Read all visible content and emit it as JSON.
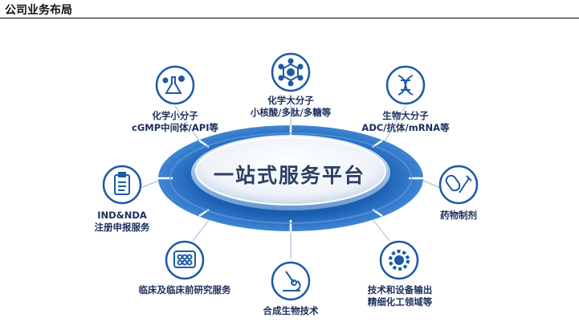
{
  "header": {
    "title": "公司业务布局"
  },
  "center": {
    "label": "一站式服务平台"
  },
  "nodes": [
    {
      "id": "small-molecule",
      "line1": "化学小分子",
      "line2": "cGMP中间体/API等",
      "icon": "flask-molecule-icon"
    },
    {
      "id": "large-molecule-chem",
      "line1": "化学大分子",
      "line2": "小核酸/多肽/多糖等",
      "icon": "molecule-network-icon"
    },
    {
      "id": "biologic",
      "line1": "生物大分子",
      "line2": "ADC/抗体/mRNA等",
      "icon": "dna-icon"
    },
    {
      "id": "ind-nda",
      "line1": "IND&NDA",
      "line2": "注册申报服务",
      "icon": "clipboard-icon"
    },
    {
      "id": "pharma",
      "line1": "药物制剂",
      "line2": "",
      "icon": "pill-syringe-icon"
    },
    {
      "id": "clinical",
      "line1": "临床及临床前研究服务",
      "line2": "",
      "icon": "pill-pack-icon"
    },
    {
      "id": "synbio",
      "line1": "合成生物技术",
      "line2": "",
      "icon": "microscope-icon"
    },
    {
      "id": "tech-output",
      "line1": "技术和设备输出",
      "line2": "精细化工领域等",
      "icon": "gear-cells-icon"
    }
  ],
  "colors": {
    "ring": "#1f62b4",
    "ring_light": "#6fa6e0",
    "icon": "#1d5aa6",
    "text": "#1b2e5a"
  }
}
